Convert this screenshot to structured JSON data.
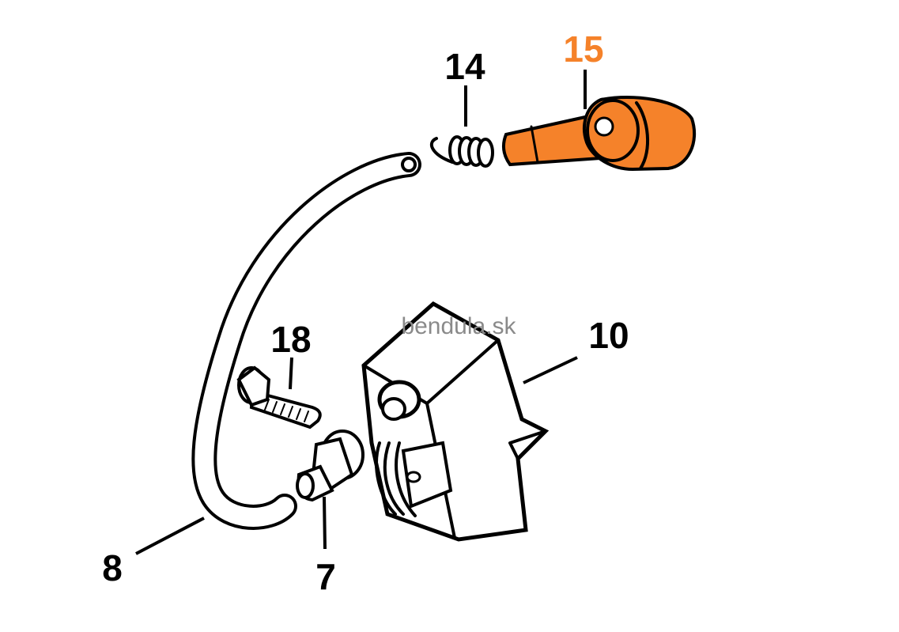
{
  "watermark": "bendula.sk",
  "colors": {
    "highlight": "#f5822a",
    "line": "#000000",
    "background": "#ffffff"
  },
  "parts": [
    {
      "name": "hose",
      "number": "8",
      "highlighted": false
    },
    {
      "name": "connector",
      "number": "7",
      "highlighted": false
    },
    {
      "name": "screw",
      "number": "18",
      "highlighted": false
    },
    {
      "name": "ignition-module",
      "number": "10",
      "highlighted": false
    },
    {
      "name": "spring",
      "number": "14",
      "highlighted": false
    },
    {
      "name": "spark-plug-boot",
      "number": "15",
      "highlighted": true
    }
  ]
}
